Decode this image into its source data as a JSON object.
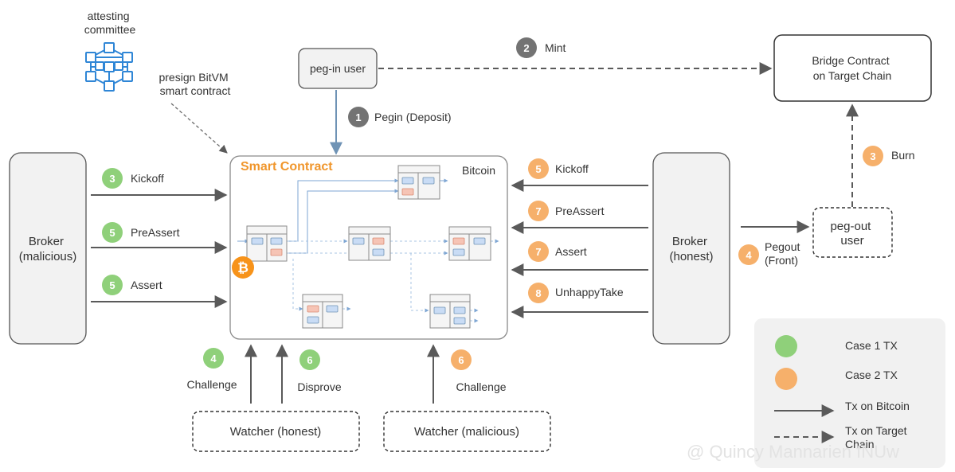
{
  "nodes": {
    "attesting_committee": "attesting\ncommittee",
    "presign": "presign BitVM\nsmart contract",
    "pegin_user": "peg-in user",
    "bridge_contract": "Bridge Contract\non Target Chain",
    "broker_malicious": "Broker\n(malicious)",
    "broker_honest": "Broker\n(honest)",
    "pegout_user": "peg-out\nuser",
    "watcher_honest": "Watcher (honest)",
    "watcher_malicious": "Watcher (malicious)",
    "smart_contract": "Smart Contract",
    "bitcoin": "Bitcoin"
  },
  "steps": {
    "mint": {
      "num": "2",
      "label": "Mint"
    },
    "pegin": {
      "num": "1",
      "label": "Pegin (Deposit)"
    },
    "burn": {
      "num": "3",
      "label": "Burn"
    },
    "m_kickoff": {
      "num": "3",
      "label": "Kickoff"
    },
    "m_preassert": {
      "num": "5",
      "label": "PreAssert"
    },
    "m_assert": {
      "num": "5",
      "label": "Assert"
    },
    "h_kickoff": {
      "num": "5",
      "label": "Kickoff"
    },
    "h_preassert": {
      "num": "7",
      "label": "PreAssert"
    },
    "h_assert": {
      "num": "7",
      "label": "Assert"
    },
    "h_unhappy": {
      "num": "8",
      "label": "UnhappyTake"
    },
    "pegout": {
      "num": "4",
      "label": "Pegout\n(Front)"
    },
    "w_challenge": {
      "num": "4",
      "label": "Challenge"
    },
    "w_disprove": {
      "num": "6",
      "label": "Disprove"
    },
    "wm_challenge": {
      "num": "6",
      "label": "Challenge"
    }
  },
  "legend": {
    "case1": "Case 1 TX",
    "case2": "Case 2 TX",
    "tx_bitcoin": "Tx on Bitcoin",
    "tx_target": "Tx on Target\nChain"
  },
  "colors": {
    "case1": "#8fd07a",
    "case2": "#f6b06b",
    "gray_badge": "#737373",
    "arrow": "#5a5a5a",
    "smart_contract_title": "#f0962c",
    "bitcoin_logo": "#f7931a",
    "block_blue": "#c9dcf5",
    "block_red": "#f6c4b5",
    "cube_blue": "#2f86d6"
  },
  "watermark": "@ Quincy Mannarien fNUw"
}
